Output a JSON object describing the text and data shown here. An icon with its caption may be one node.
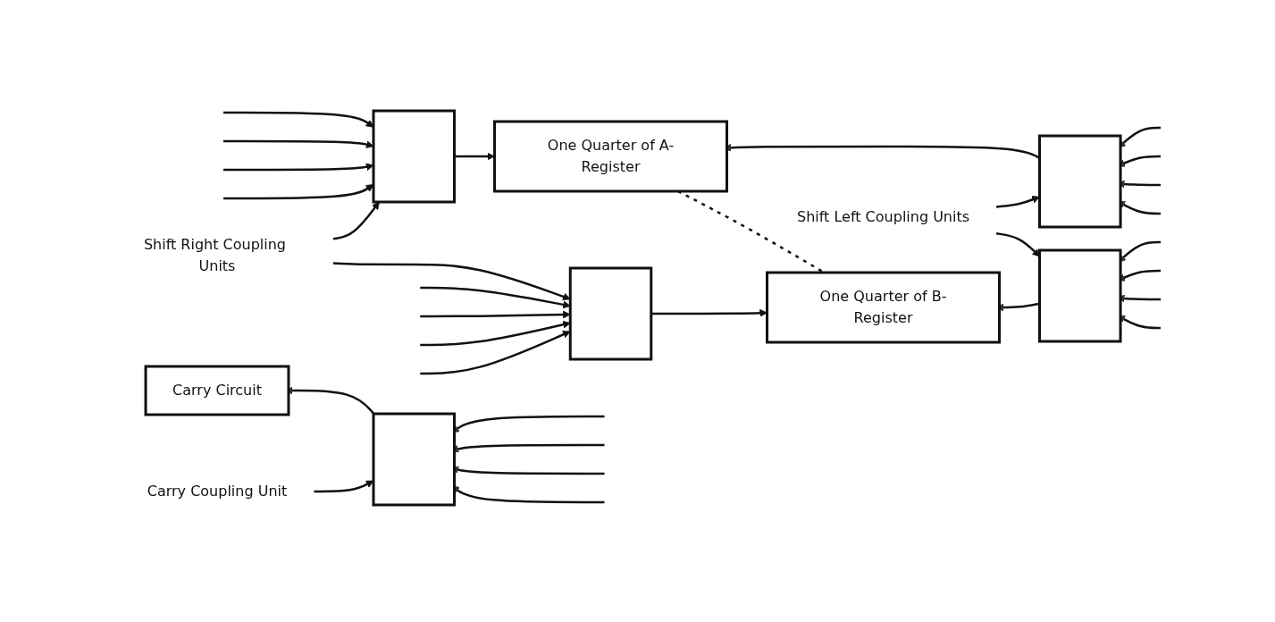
{
  "diagram": {
    "nodes": [
      {
        "text": [
          "Carry Circuit"
        ]
      },
      {
        "text": [],
        "shape": "box"
      },
      {
        "text": [
          "Carry Coupling Unit"
        ]
      },
      {
        "text": [],
        "shape": "box"
      },
      {
        "text": [
          "One Quarter of A-Register"
        ]
      },
      {
        "text": [],
        "shape": "box"
      },
      {
        "text": [
          "Shift Right Coupling Units"
        ]
      },
      {
        "text": [],
        "shape": "box"
      },
      {
        "text": [
          "One Quarter of B-Register"
        ]
      },
      {
        "text": [],
        "shape": "box"
      },
      {
        "text": [
          "Shift Left Coupling Units"
        ]
      }
    ],
    "edges": [
      {
        "from": null,
        "to": 1,
        "arrow": "to"
      },
      {
        "from": null,
        "to": 1,
        "arrow": "to"
      },
      {
        "from": null,
        "to": 1,
        "arrow": "to"
      },
      {
        "from": null,
        "to": 1,
        "arrow": "to"
      },
      {
        "from": 1,
        "to": 0,
        "arrow": "to"
      },
      {
        "from": 2,
        "to": 1,
        "arrow": "to"
      },
      {
        "from": null,
        "to": 3,
        "arrow": "to"
      },
      {
        "from": null,
        "to": 3,
        "arrow": "to"
      },
      {
        "from": null,
        "to": 3,
        "arrow": "to"
      },
      {
        "from": null,
        "to": 3,
        "arrow": "to"
      },
      {
        "from": 3,
        "to": 4,
        "arrow": "to"
      },
      {
        "from": null,
        "to": 5,
        "arrow": "to"
      },
      {
        "from": null,
        "to": 5,
        "arrow": "to"
      },
      {
        "from": null,
        "to": 5,
        "arrow": "to"
      },
      {
        "from": null,
        "to": 5,
        "arrow": "to"
      },
      {
        "from": 5,
        "to": 4,
        "arrow": "to"
      },
      {
        "from": 6,
        "to": 3,
        "arrow": "to"
      },
      {
        "from": 6,
        "to": 7,
        "arrow": "to"
      },
      {
        "from": 4,
        "to": 8,
        "arrow": "none",
        "style": "dashed"
      },
      {
        "from": 10,
        "to": 5,
        "arrow": "to"
      },
      {
        "from": 10,
        "to": 9,
        "arrow": "to"
      },
      {
        "from": null,
        "to": 7,
        "arrow": "to"
      },
      {
        "from": null,
        "to": 7,
        "arrow": "to"
      },
      {
        "from": null,
        "to": 7,
        "arrow": "to"
      },
      {
        "from": null,
        "to": 7,
        "arrow": "to"
      },
      {
        "from": 7,
        "to": 8,
        "arrow": "to"
      },
      {
        "from": null,
        "to": 9,
        "arrow": "to"
      },
      {
        "from": null,
        "to": 9,
        "arrow": "to"
      },
      {
        "from": null,
        "to": 9,
        "arrow": "to"
      },
      {
        "from": null,
        "to": 9,
        "arrow": "to"
      },
      {
        "from": 9,
        "to": 8,
        "arrow": "to"
      }
    ]
  }
}
